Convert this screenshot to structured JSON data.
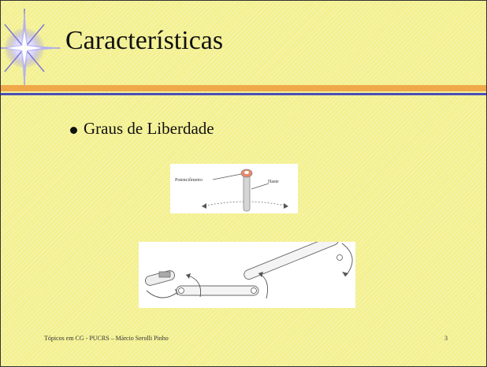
{
  "slide": {
    "title": "Características",
    "bullet": "Graus de Liberdade",
    "figure1": {
      "label_left": "Potenciômetro",
      "label_right": "Haste"
    },
    "footer": "Tópicos em CG  - PUCRS – Márcio Serolli Pinho",
    "page_number": "3"
  },
  "colors": {
    "background": "#f3f08f",
    "rule_orange": "#f0a94a",
    "rule_blue": "#4a4fb5"
  }
}
